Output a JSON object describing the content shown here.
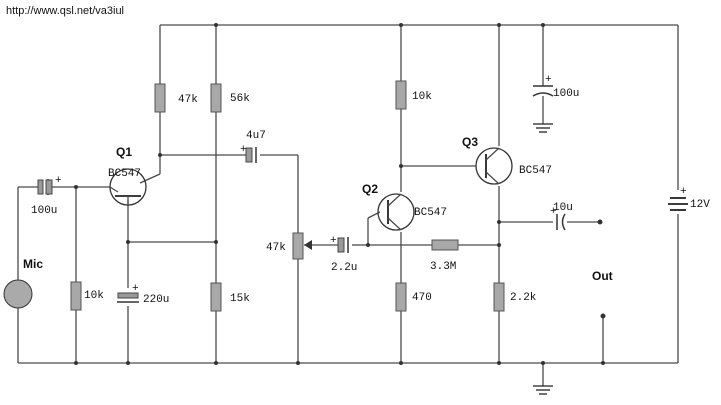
{
  "header": {
    "url": "http://www.qsl.net/va3iul"
  },
  "supply": {
    "label": "12V",
    "plus": "+"
  },
  "transistors": {
    "q1": {
      "name": "Q1",
      "type": "BC547"
    },
    "q2": {
      "name": "Q2",
      "type": "BC547"
    },
    "q3": {
      "name": "Q3",
      "type": "BC547"
    }
  },
  "resistors": {
    "r_47k": "47k",
    "r_56k": "56k",
    "r_10k_q1": "10k",
    "r_15k": "15k",
    "r_10k_q2": "10k",
    "r_470": "470",
    "r_3m3": "3.3M",
    "r_2k2": "2.2k",
    "pot_47k": "47k"
  },
  "capacitors": {
    "c_100u_in": "100u",
    "c_220u": "220u",
    "c_4u7": "4u7",
    "c_2u2": "2.2u",
    "c_100u_supply": "100u",
    "c_10u_out": "10u",
    "plus": "+"
  },
  "io": {
    "mic": "Mic",
    "out": "Out"
  }
}
